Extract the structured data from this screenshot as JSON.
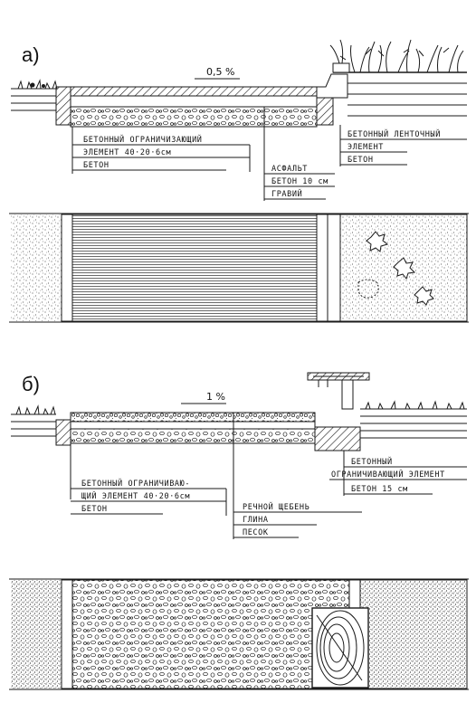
{
  "panel_a": {
    "label": "а)",
    "slope": "0,5 %",
    "left_callout": [
      "БЕТОННЫЙ ОГРАНИЧИЗАЮЩИЙ",
      "ЭЛЕМЕНТ 40·20·6см",
      "БЕТОН"
    ],
    "middle_callout": [
      "АСФАЛЬТ",
      "БЕТОН 10 см",
      "ГРАВИЙ"
    ],
    "right_callout": [
      "БЕТОННЫЙ ЛЕНТОЧНЫЙ",
      "ЭЛЕМЕНТ",
      "БЕТОН"
    ]
  },
  "panel_b": {
    "label": "б)",
    "slope": "1 %",
    "left_callout": [
      "БЕТОННЫЙ ОГРАНИЧИВАЮ-",
      "ЩИЙ ЭЛЕМЕНТ 40·20·6см",
      "БЕТОН"
    ],
    "middle_callout": [
      "РЕЧНОЙ ЩЕБЕНЬ",
      "ГЛИНА",
      "ПЕСОК"
    ],
    "right_callout": [
      "БЕТОННЫЙ",
      "ОГРАНИЧИВАЮЩИЙ ЭЛЕМЕНТ",
      "БЕТОН 15 см"
    ]
  }
}
